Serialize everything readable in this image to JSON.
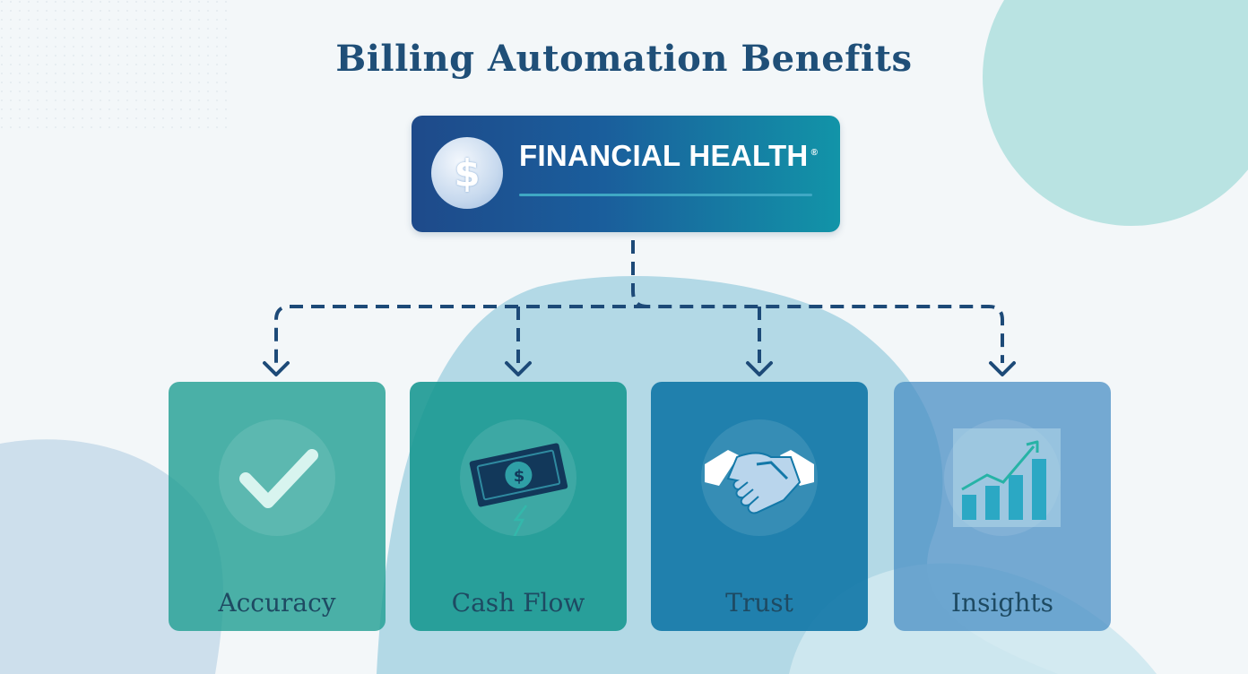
{
  "title": "Billing Automation Benefits",
  "root": {
    "label": "FINANCIAL HEALTH",
    "mark": "®",
    "icon": "dollar-coin-icon",
    "symbol": "$"
  },
  "benefits": [
    {
      "label": "Accuracy",
      "icon": "checkmark-icon",
      "color": "#1f9d92"
    },
    {
      "label": "Cash Flow",
      "icon": "banknote-icon",
      "color": "#14968f"
    },
    {
      "label": "Trust",
      "icon": "handshake-icon",
      "color": "#1378a8"
    },
    {
      "label": "Insights",
      "icon": "bar-chart-growth-icon",
      "color": "#4a8fc4"
    }
  ],
  "banknote_symbol": "$",
  "colors": {
    "title": "#1f4f78",
    "connector": "#1d4a78",
    "background": "#f3f7f9",
    "blob_light_blue": "#a7d3e3",
    "blob_teal": "#b9e3e2"
  }
}
